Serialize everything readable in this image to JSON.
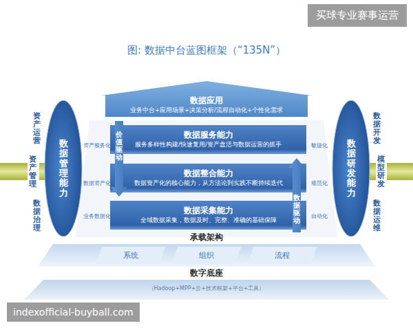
{
  "diagram": {
    "title": "图: 数据中台蓝图框架（“135N”）",
    "nodes": [
      {
        "text": [
          "数据应用",
          "业务中台+应用场景+决策分析/流程自动化+个性化需求"
        ]
      },
      {
        "text": [
          "数据管理能力"
        ]
      },
      {
        "text": [
          "数据服务能力",
          "服务多样性构建/快速复用/资产盘活与数据运营的抓手"
        ]
      },
      {
        "text": [
          "数据整合能力",
          "数据资产化的核心能力，从方法论到实践不断持续迭代"
        ]
      },
      {
        "text": [
          "数据采集能力",
          "全域数据采集，数据及时、完整、准确的基础保障"
        ]
      },
      {
        "text": [
          "价值驱动"
        ]
      },
      {
        "text": [
          "数据驱动"
        ]
      },
      {
        "text": [
          "数据研发能力"
        ]
      },
      {
        "text": [
          "承载架构"
        ]
      },
      {
        "text": [
          "系统"
        ],
        "in": 8
      },
      {
        "text": [
          "组织"
        ],
        "in": 8
      },
      {
        "text": [
          "流程"
        ],
        "in": 8
      },
      {
        "text": [
          "数字底座",
          "（Hadoop+MPP+云+技术框架+平台+工具）"
        ]
      }
    ],
    "labels": [
      "买球专业赛事运营",
      "资产运营",
      "资产管理",
      "数据治理",
      "资产服务化",
      "数据资产化",
      "业务数据化",
      "敏捷化",
      "规范化",
      "自动化",
      "数据开发",
      "模型研发",
      "数据运维",
      "indexofficial-buyball.com"
    ]
  }
}
